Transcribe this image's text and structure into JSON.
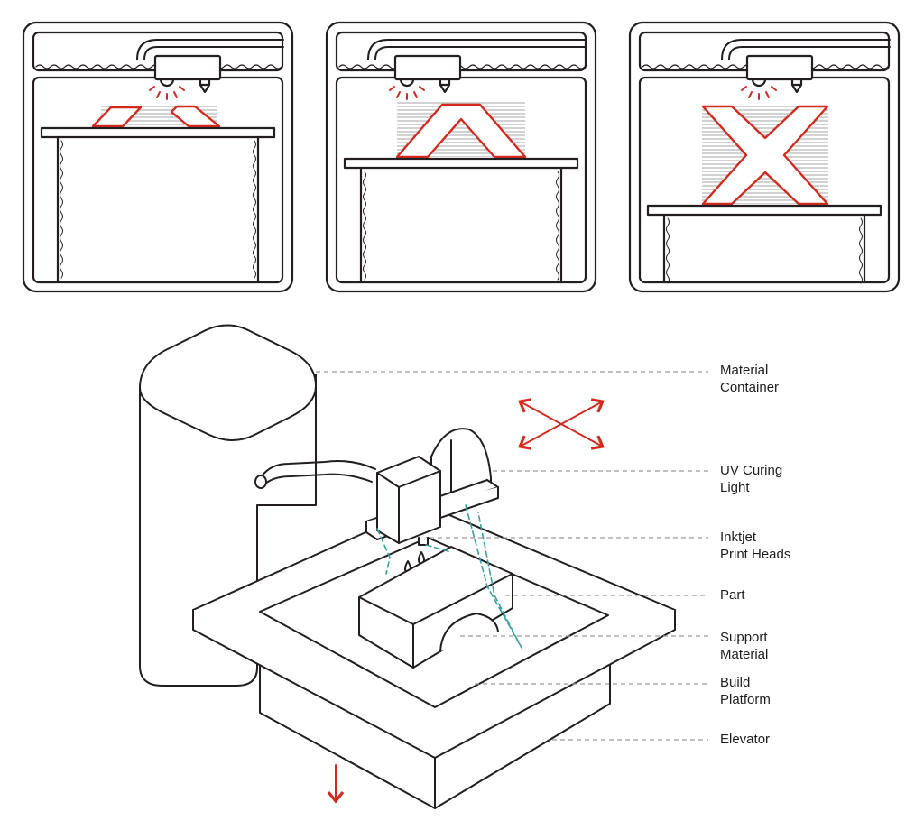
{
  "colors": {
    "line": "#231f20",
    "accent": "#d42a1e",
    "support": "#3aa0a4",
    "leader": "#9a9a9a"
  },
  "stages": [
    {
      "name": "stage-1",
      "part": "two-bars"
    },
    {
      "name": "stage-2",
      "part": "inverted-v"
    },
    {
      "name": "stage-3",
      "part": "x-shape"
    }
  ],
  "labels": [
    {
      "id": "material-container",
      "lines": [
        "Material",
        "Container"
      ]
    },
    {
      "id": "uv-curing-light",
      "lines": [
        "UV Curing",
        "Light"
      ]
    },
    {
      "id": "inkjet-print-heads",
      "lines": [
        "Inktjet",
        "Print Heads"
      ]
    },
    {
      "id": "part",
      "lines": [
        "Part"
      ]
    },
    {
      "id": "support-material",
      "lines": [
        "Support",
        "Material"
      ]
    },
    {
      "id": "build-platform",
      "lines": [
        "Build",
        "Platform"
      ]
    },
    {
      "id": "elevator",
      "lines": [
        "Elevator"
      ]
    }
  ]
}
